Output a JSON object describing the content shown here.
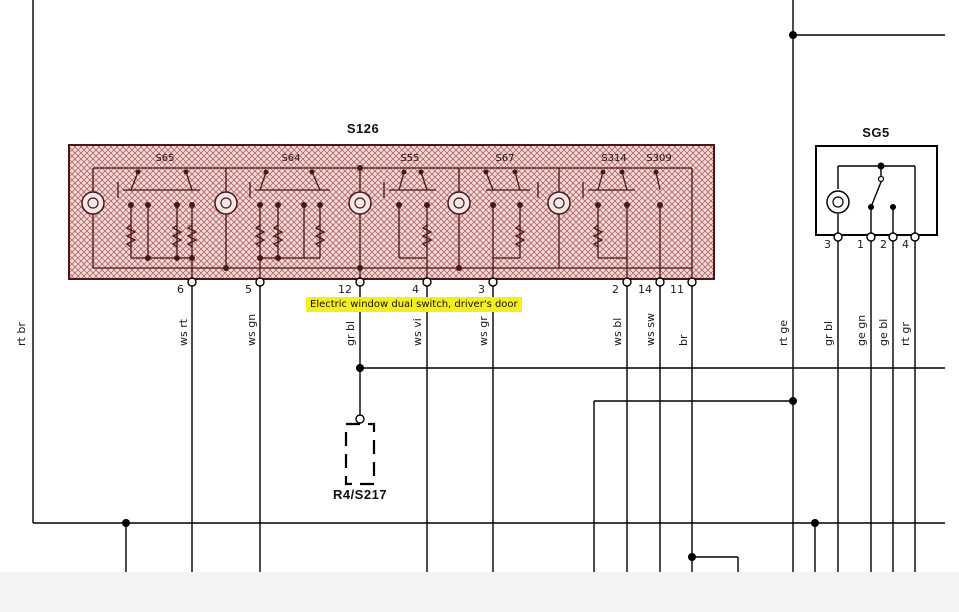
{
  "module_main": {
    "title": "S126",
    "switches": [
      "S65",
      "S64",
      "S55",
      "S67",
      "S314",
      "S309"
    ],
    "pins": [
      "6",
      "5",
      "12",
      "4",
      "3",
      "2",
      "14",
      "11"
    ]
  },
  "module_side": {
    "title": "SG5",
    "pins": [
      "3",
      "1",
      "2",
      "4"
    ]
  },
  "connector": {
    "title": "R4/S217"
  },
  "tooltip": {
    "text": "Electric window dual switch, driver's door"
  },
  "wire_labels": {
    "left": "rt br",
    "w1": "ws rt",
    "w2": "ws gn",
    "w3": "gr bl",
    "w4": "ws vi",
    "w5": "ws gr",
    "w6": "ws bl",
    "w7": "ws sw",
    "w8": "br",
    "w9": "rt ge",
    "w10": "gr bl",
    "w11": "ge gn",
    "w12": "ge bl",
    "w13": "rt gr"
  },
  "colors": {
    "module_fill": "#c89090",
    "hatch": "#a04040",
    "outline": "#4a1616"
  }
}
